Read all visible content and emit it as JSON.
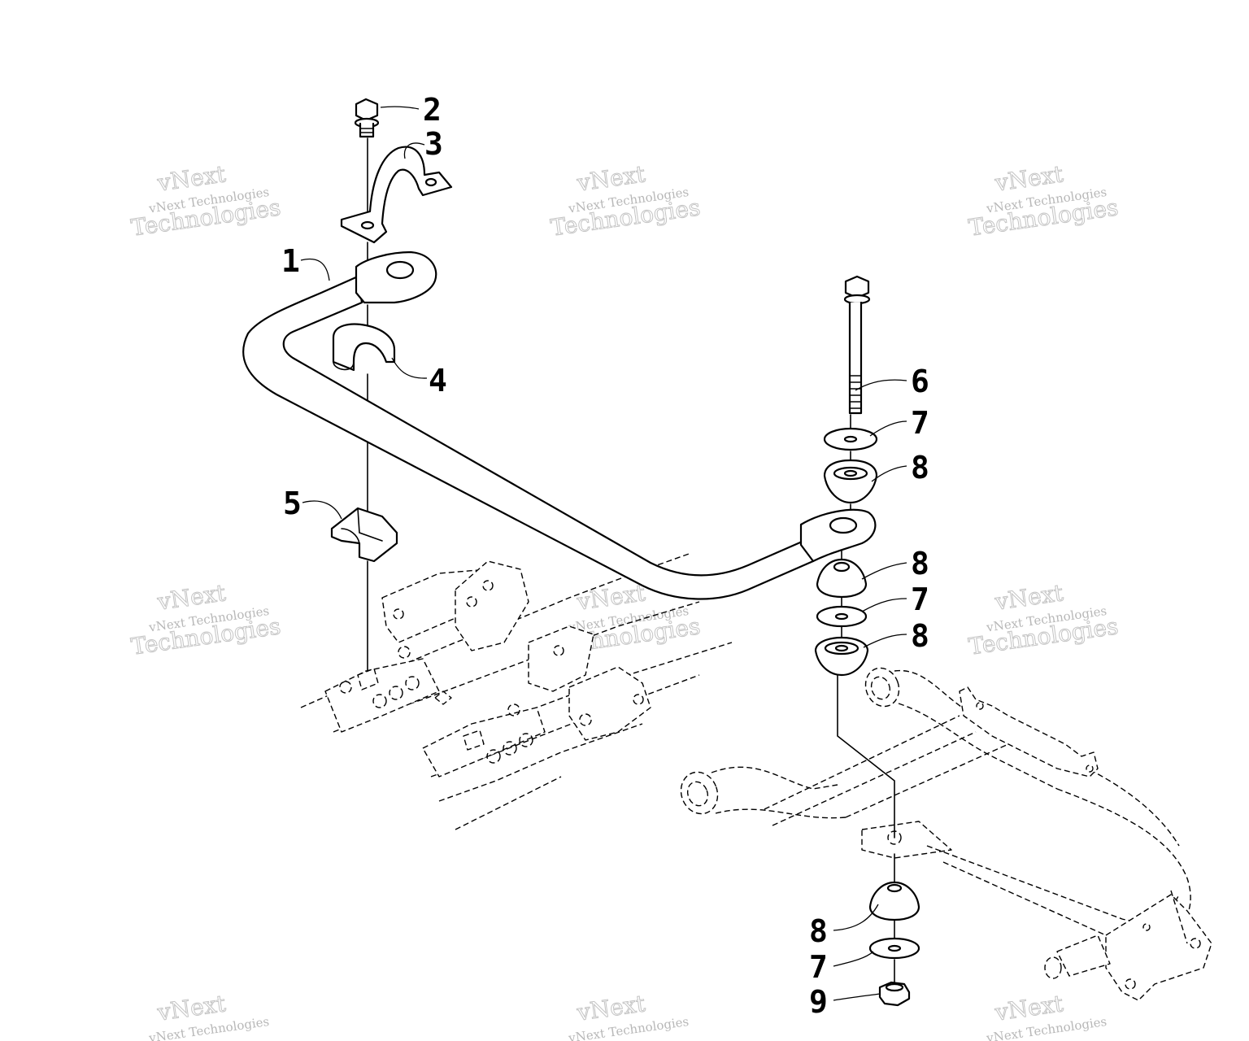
{
  "diagram": {
    "callouts": [
      {
        "id": "1",
        "label": "1"
      },
      {
        "id": "2",
        "label": "2"
      },
      {
        "id": "3",
        "label": "3"
      },
      {
        "id": "4",
        "label": "4"
      },
      {
        "id": "5",
        "label": "5"
      },
      {
        "id": "6",
        "label": "6"
      },
      {
        "id": "7a",
        "label": "7"
      },
      {
        "id": "8a",
        "label": "8"
      },
      {
        "id": "8b",
        "label": "8"
      },
      {
        "id": "7b",
        "label": "7"
      },
      {
        "id": "8c",
        "label": "8"
      },
      {
        "id": "8d",
        "label": "8"
      },
      {
        "id": "7c",
        "label": "7"
      },
      {
        "id": "9",
        "label": "9"
      }
    ]
  },
  "watermark": {
    "brand": "vNext",
    "line_small": "vNext Technologies",
    "line_big_1": "vNext",
    "line_big_2": "Technologies"
  }
}
